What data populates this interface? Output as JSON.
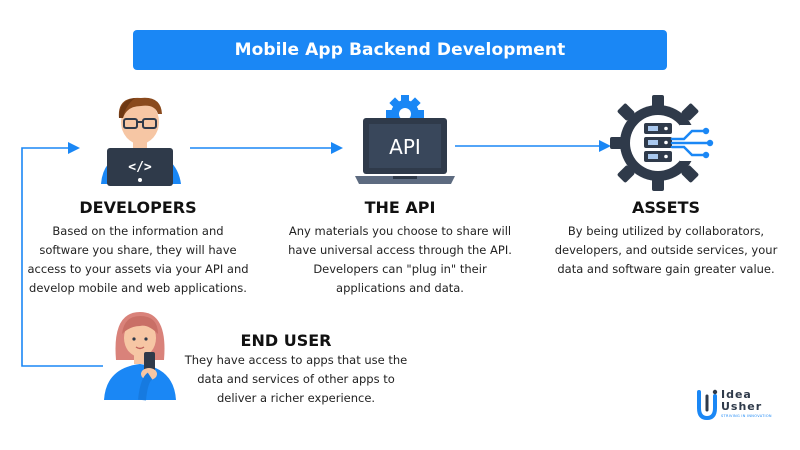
{
  "title": "Mobile App Backend Development",
  "colors": {
    "accent": "#1a87f5",
    "dark": "#2f3a4a"
  },
  "nodes": {
    "developers": {
      "heading": "DEVELOPERS",
      "lines": [
        "Based on the information and",
        "software you share, they will have",
        "access to your assets via your API and",
        "develop mobile and web applications."
      ]
    },
    "api": {
      "heading": "THE API",
      "icon_text": "API",
      "lines": [
        "Any materials you choose to share will",
        "have universal access through the API.",
        "Developers can \"plug in\" their",
        "applications and data."
      ]
    },
    "assets": {
      "heading": "ASSETS",
      "lines": [
        "By being utilized by collaborators,",
        "developers, and outside services, your",
        "data and software gain greater value."
      ]
    },
    "end_user": {
      "heading": "END USER",
      "lines": [
        "They have access to apps that use the",
        "data and services of other apps to",
        "deliver a richer experience."
      ]
    }
  },
  "logo": {
    "line1": "Idea",
    "line2": "Usher",
    "tagline": "STRIVING IN INNOVATION"
  }
}
